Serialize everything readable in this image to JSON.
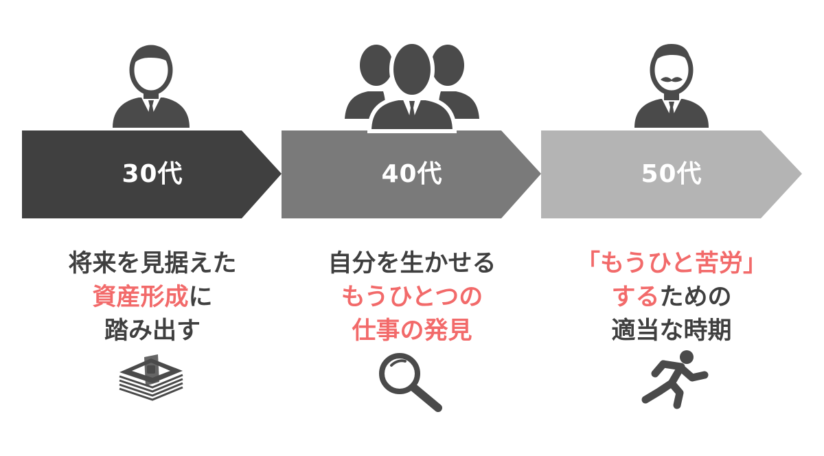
{
  "stages": [
    {
      "label": "30代",
      "persona_icon": "businessman-icon",
      "fill": "#404040",
      "description": [
        [
          {
            "text": "将来を見据えた",
            "hl": false
          }
        ],
        [
          {
            "text": "資産形成",
            "hl": true
          },
          {
            "text": "に",
            "hl": false
          }
        ],
        [
          {
            "text": "踏み出す",
            "hl": false
          }
        ]
      ],
      "bottom_icon": "money-stack-icon"
    },
    {
      "label": "40代",
      "persona_icon": "team-icon",
      "fill": "#7a7a7a",
      "description": [
        [
          {
            "text": "自分を生かせる",
            "hl": false
          }
        ],
        [
          {
            "text": "もうひとつの",
            "hl": true
          }
        ],
        [
          {
            "text": "仕事の発見",
            "hl": true
          }
        ]
      ],
      "bottom_icon": "magnifier-icon"
    },
    {
      "label": "50代",
      "persona_icon": "mustache-man-icon",
      "fill": "#b4b4b4",
      "description": [
        [
          {
            "text": "「もうひと苦労」",
            "hl": true
          }
        ],
        [
          {
            "text": "する",
            "hl": true
          },
          {
            "text": "ための",
            "hl": false
          }
        ],
        [
          {
            "text": "適当な時期",
            "hl": false
          }
        ]
      ],
      "bottom_icon": "runner-icon"
    }
  ],
  "colors": {
    "text": "#3f3f3f",
    "highlight": "#f26a6a",
    "icon": "#4a4a4a"
  }
}
